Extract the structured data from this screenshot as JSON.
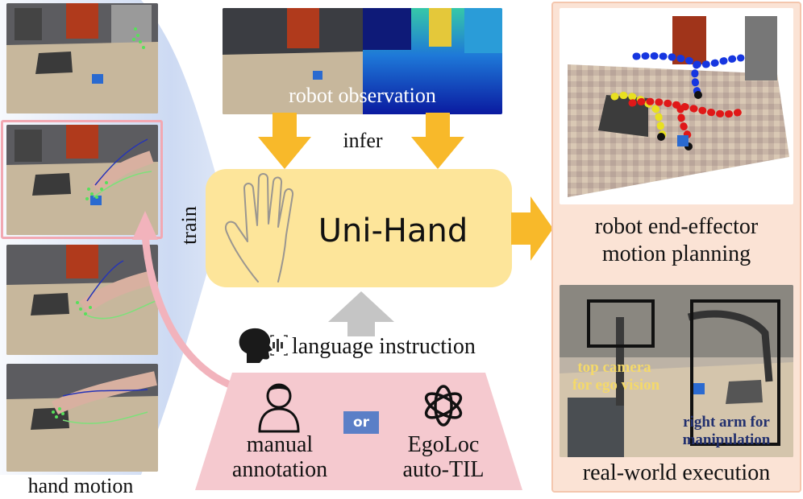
{
  "left_panel": {
    "train_label": "train",
    "bottom_label": "hand motion"
  },
  "observation": {
    "label": "robot observation",
    "infer_label": "infer"
  },
  "model": {
    "name": "Uni-Hand"
  },
  "instruction": {
    "label": "language instruction"
  },
  "annotation": {
    "manual_line1": "manual",
    "manual_line2": "annotation",
    "or_label": "or",
    "auto_line1": "EgoLoc",
    "auto_line2": "auto-TIL"
  },
  "right_panel": {
    "planning_line1": "robot end-effector",
    "planning_line2": "motion planning",
    "top_camera_line1": "top camera",
    "top_camera_line2": "for ego vision",
    "right_arm_line1": "right arm for",
    "right_arm_line2": "manipulation",
    "execution_label": "real-world execution"
  },
  "colors": {
    "model_box": "#fde59a",
    "arrow_orange": "#f8b92a",
    "arrow_gray": "#c5c5c5",
    "annotation_pink": "#f5c9cf",
    "right_panel_bg": "#fbe3d5",
    "or_badge": "#5b7fc7",
    "left_curve": "#cad8f2",
    "highlight_border": "#f2a8b2"
  }
}
